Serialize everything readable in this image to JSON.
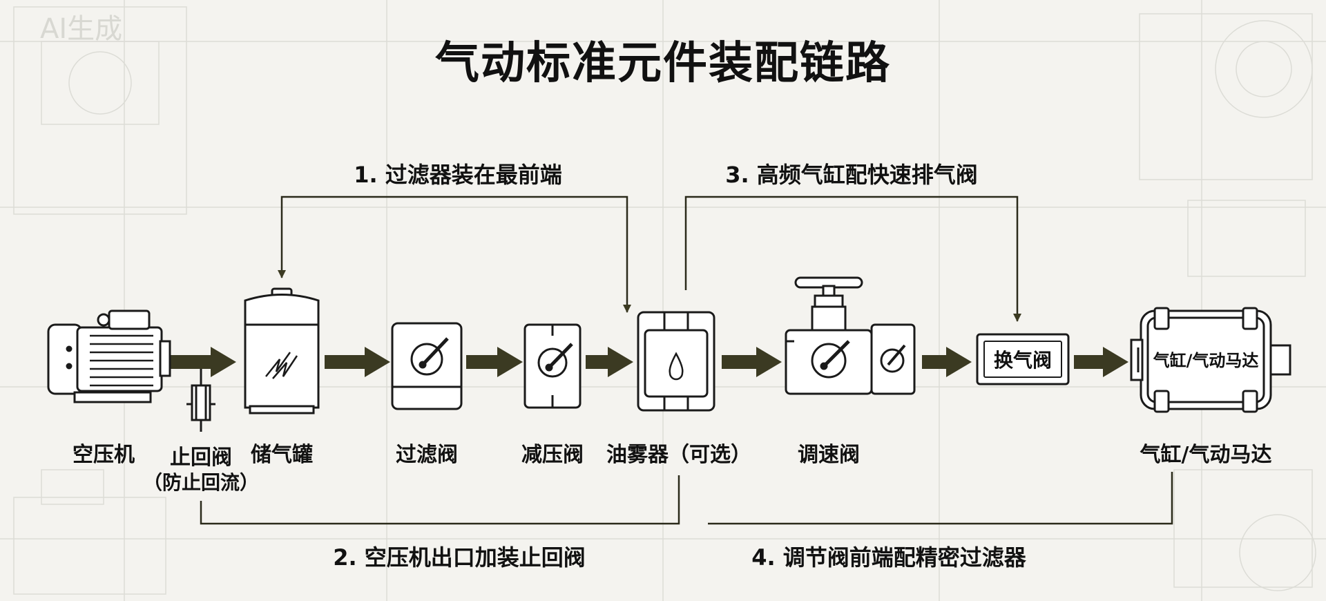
{
  "title": "气动标准元件装配链路",
  "watermark": "AI生成",
  "components": {
    "compressor": "空压机",
    "check_valve": "止回阀",
    "check_valve_note": "（防止回流）",
    "tank": "储气罐",
    "filter_valve": "过滤阀",
    "reducing_valve": "减压阀",
    "lubricator": "油雾器（可选）",
    "speed_valve": "调速阀",
    "reversing_valve": "换气阀",
    "cylinder_box": "气缸/气动马达",
    "cylinder": "气缸/气动马达"
  },
  "notes": {
    "n1": "1. 过滤器装在最前端",
    "n2": "2. 空压机出口加装止回阀",
    "n3": "3. 高频气缸配快速排气阀",
    "n4": "4. 调节阀前端配精密过滤器"
  },
  "colors": {
    "ink": "#1a1a1a",
    "arrow": "#3b3a22",
    "panel": "#ffffff",
    "background": "#f4f3ef"
  }
}
